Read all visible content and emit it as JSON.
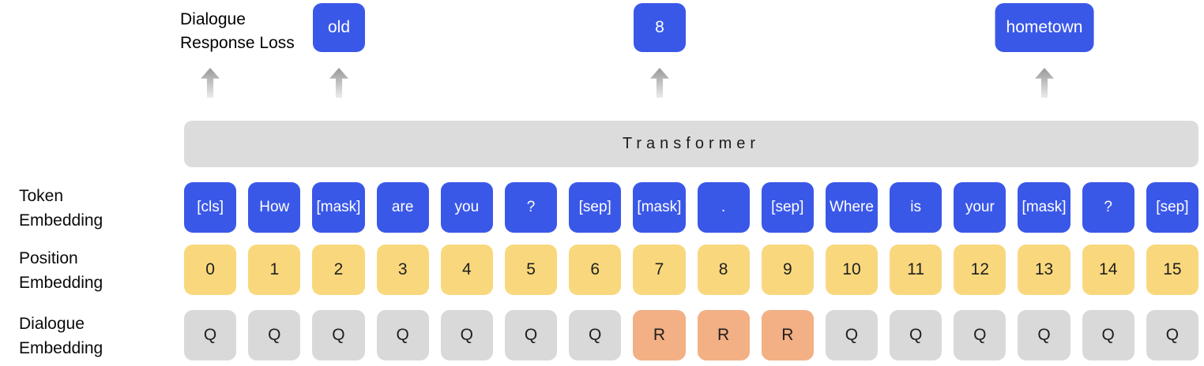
{
  "colors": {
    "token_blue": "#3A58E8",
    "position_yellow": "#F9D87D",
    "response_orange": "#F2B084",
    "query_gray": "#D9D9D9",
    "transformer_gray": "#DCDCDC"
  },
  "loss_label": {
    "line1": "Dialogue",
    "line2": "Response Loss"
  },
  "predictions": [
    {
      "label": "old"
    },
    {
      "label": "8"
    },
    {
      "label": "hometown"
    }
  ],
  "transformer": {
    "label": "Transformer"
  },
  "row_labels": {
    "token": {
      "line1": "Token",
      "line2": "Embedding"
    },
    "position": {
      "line1": "Position",
      "line2": "Embedding"
    },
    "dialogue": {
      "line1": "Dialogue",
      "line2": "Embedding"
    }
  },
  "tokens": [
    "[cls]",
    "How",
    "[mask]",
    "are",
    "you",
    "?",
    "[sep]",
    "[mask]",
    ".",
    "[sep]",
    "Where",
    "is",
    "your",
    "[mask]",
    "?",
    "[sep]"
  ],
  "positions": [
    "0",
    "1",
    "2",
    "3",
    "4",
    "5",
    "6",
    "7",
    "8",
    "9",
    "10",
    "11",
    "12",
    "13",
    "14",
    "15"
  ],
  "dialogue_embeddings": [
    "Q",
    "Q",
    "Q",
    "Q",
    "Q",
    "Q",
    "Q",
    "R",
    "R",
    "R",
    "Q",
    "Q",
    "Q",
    "Q",
    "Q",
    "Q"
  ]
}
